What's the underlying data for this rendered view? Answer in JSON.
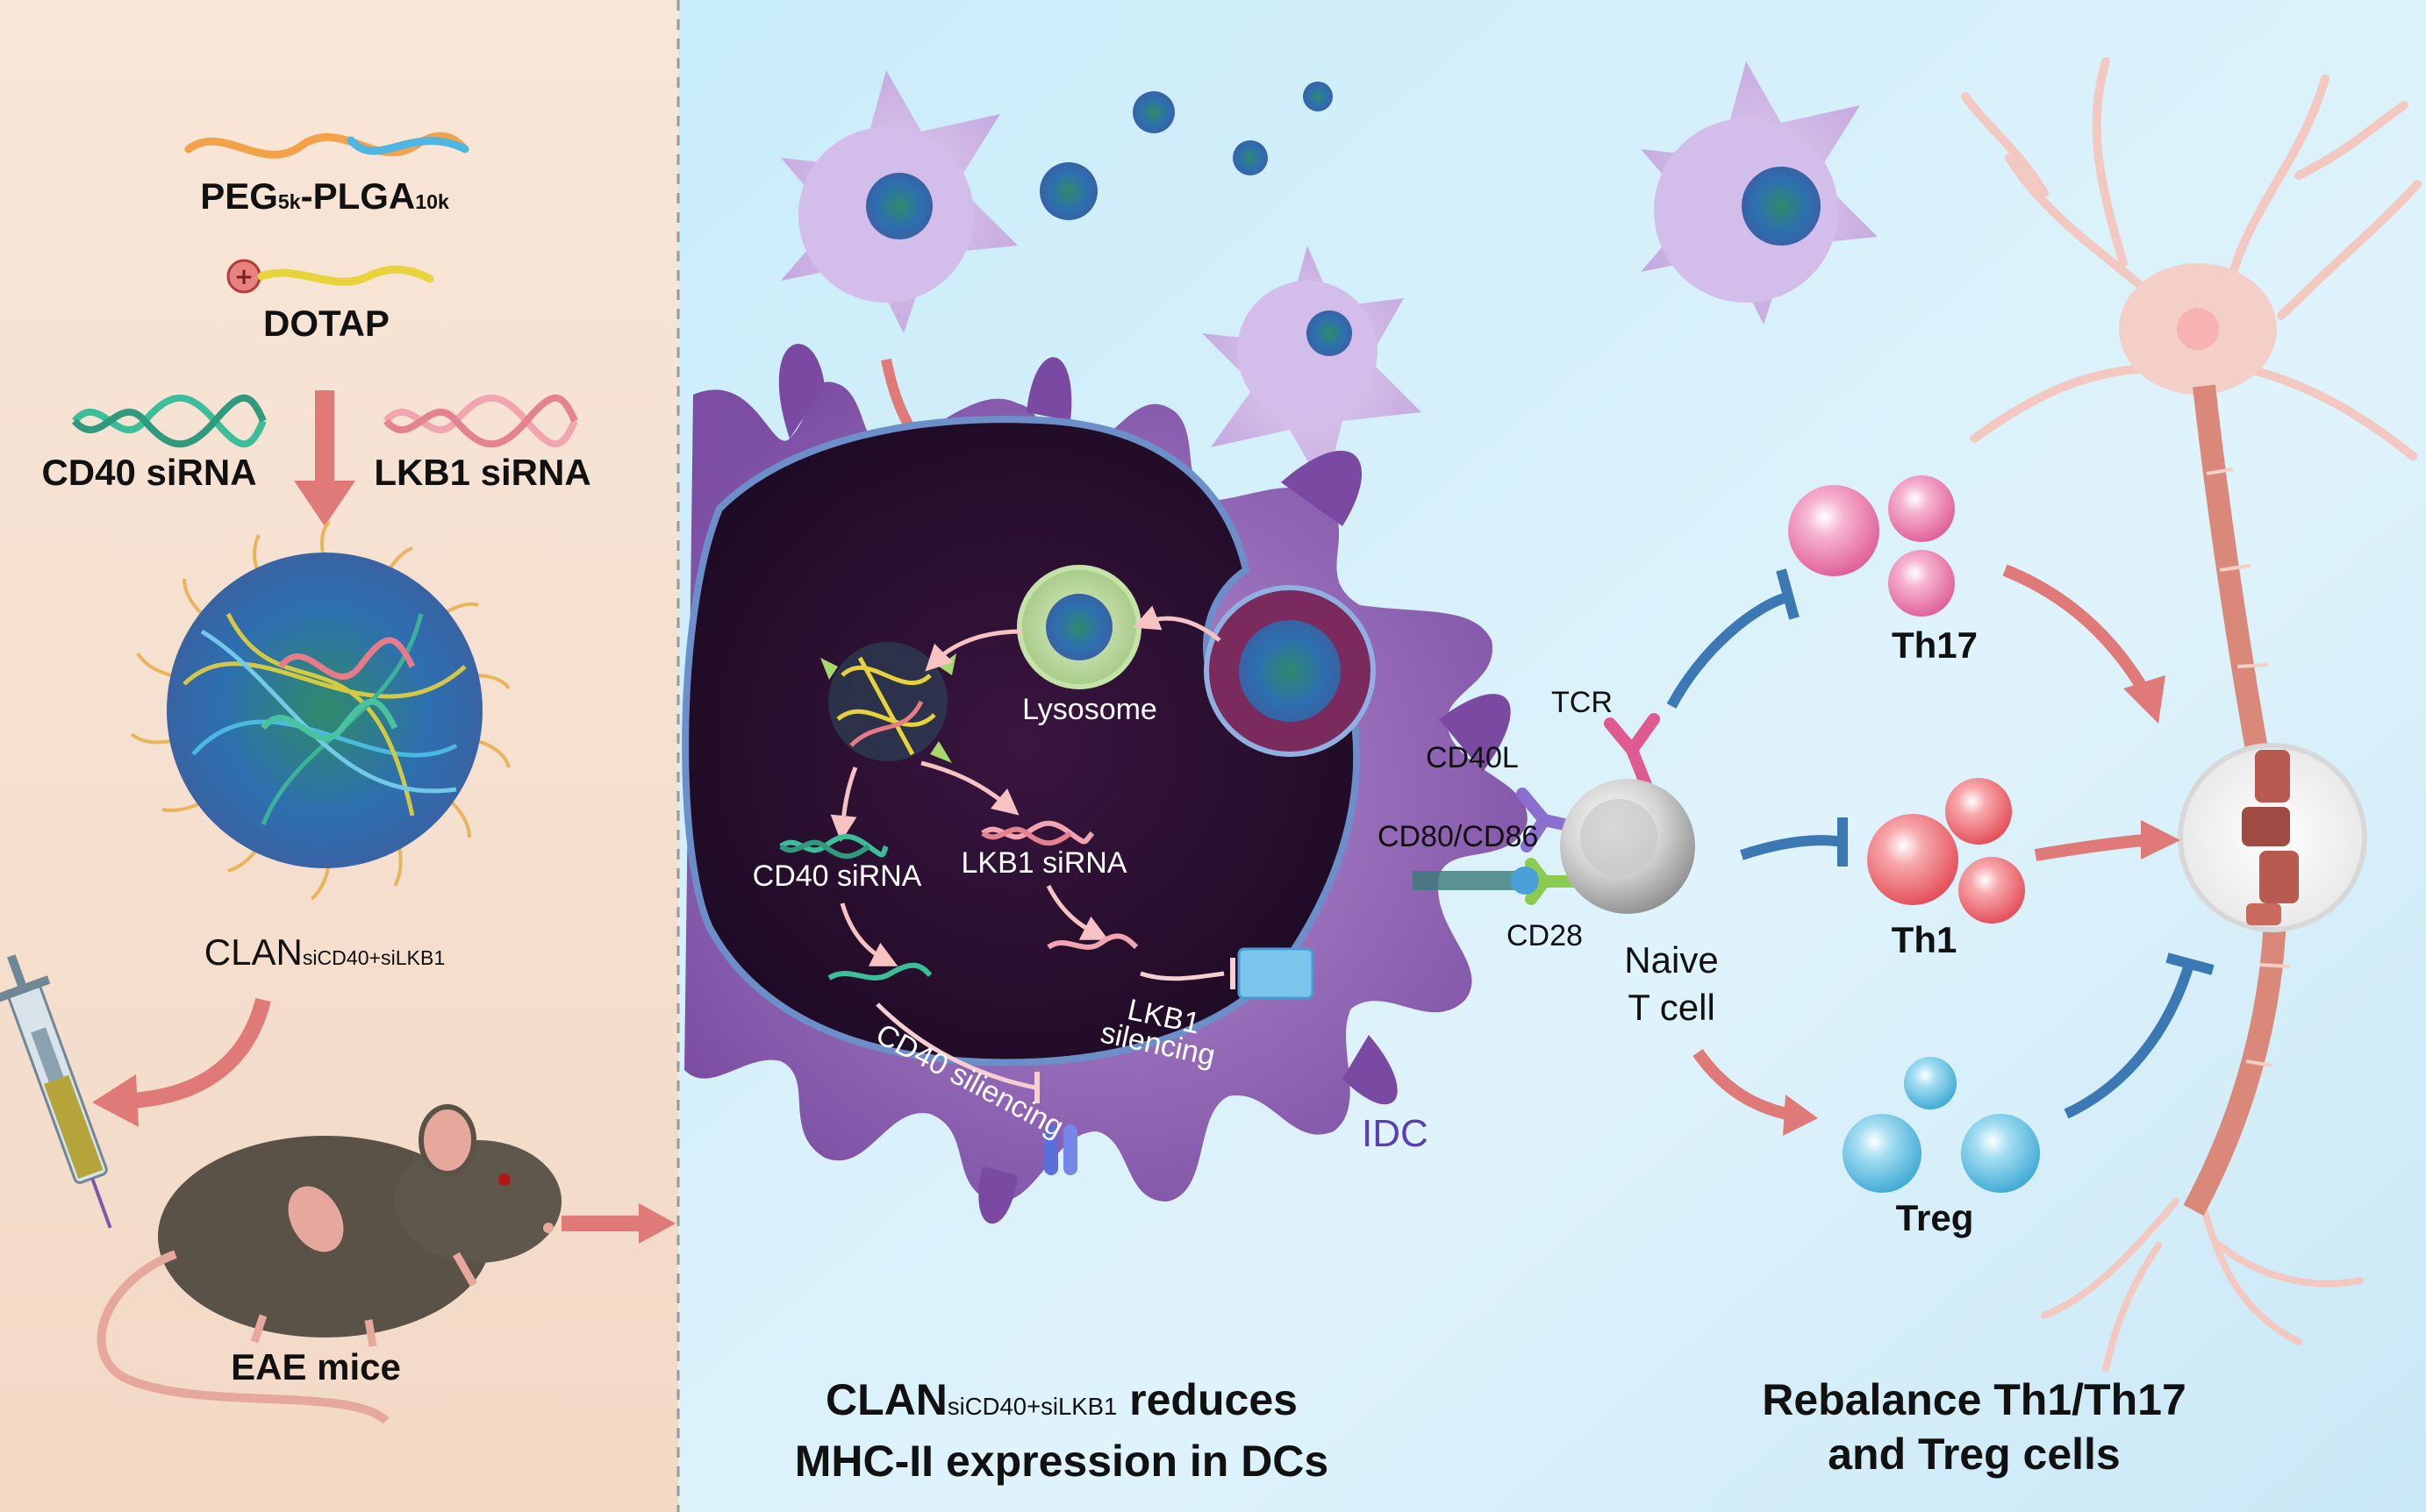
{
  "left_panel": {
    "peg_plga": {
      "prefix": "PEG",
      "sub1": "5k",
      "mid": "-PLGA",
      "sub2": "10k"
    },
    "dotap_label": "DOTAP",
    "cd40_sirna_label": "CD40 siRNA",
    "lkb1_sirna_label": "LKB1 siRNA",
    "clan": {
      "prefix": "CLAN",
      "sub": "siCD40+siLKB1"
    },
    "mice_label": "EAE mice"
  },
  "middle_panel": {
    "lysosome_label": "Lysosome",
    "cd40_sirna_label": "CD40 siRNA",
    "lkb1_sirna_label": "LKB1 siRNA",
    "cd40_silencing_label": "CD40 siliencing",
    "lkb1_silencing_line1": "LKB1",
    "lkb1_silencing_line2": "silencing",
    "idc_label": "IDC",
    "caption": {
      "prefix": "CLAN",
      "sub": "siCD40+siLKB1",
      "line1_rest": " reduces",
      "line2": "MHC-II expression in DCs"
    }
  },
  "right_panel": {
    "tcr_label": "TCR",
    "cd40l_label": "CD40L",
    "cd80_cd86_label": "CD80/CD86",
    "cd28_label": "CD28",
    "naive_t_line1": "Naive",
    "naive_t_line2": "T cell",
    "th17_label": "Th17",
    "th1_label": "Th1",
    "treg_label": "Treg",
    "caption_line1": "Rebalance Th1/Th17",
    "caption_line2": "and Treg cells"
  },
  "colors": {
    "left_bg": "#f7e3d4",
    "right_bg": "#d4eef8",
    "dc_purple": "#8a5fb0",
    "nucleus": "#2a1030",
    "arrow_pink": "#e07a78",
    "inhibit_blue": "#3b78b4",
    "th17_pink": "#e4619a",
    "th1_red": "#e8505a",
    "treg_blue": "#4db4dc",
    "neuron": "#e8b0a8"
  }
}
